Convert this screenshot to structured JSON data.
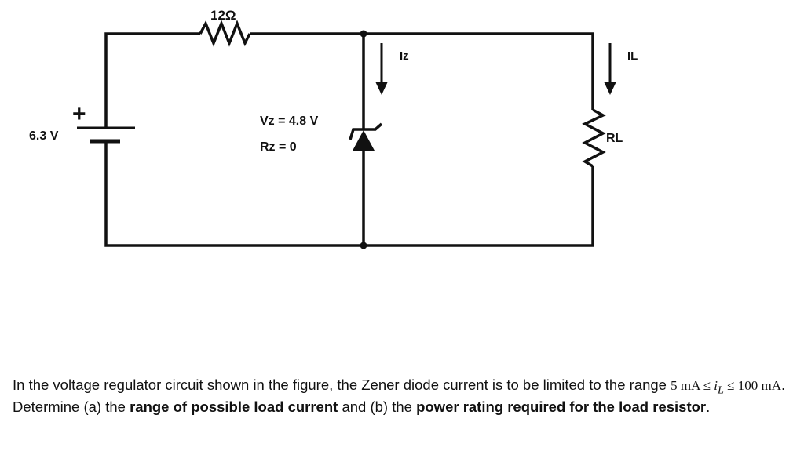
{
  "circuit": {
    "series_resistor_label": "12Ω",
    "source_label": "6.3 V",
    "source_plus_sign": "+",
    "zener_voltage_label": "Vz = 4.8 V",
    "zener_resistance_label": "Rz = 0",
    "zener_current_label": "Iz",
    "load_current_label": "IL",
    "load_resistor_label": "RL"
  },
  "problem": {
    "intro": "In the voltage regulator circuit shown in the figure, the Zener diode current is to be limited to the range ",
    "range_low": "5 mA",
    "le1": " ≤ ",
    "var": "i",
    "var_sub": "L",
    "le2": " ≤ ",
    "range_high": "100 mA",
    "after_range": ". Determine (a) the ",
    "bold1": "range of possible load current",
    "mid": " and (b) the ",
    "bold2": "power rating required for the load resistor",
    "end": "."
  }
}
